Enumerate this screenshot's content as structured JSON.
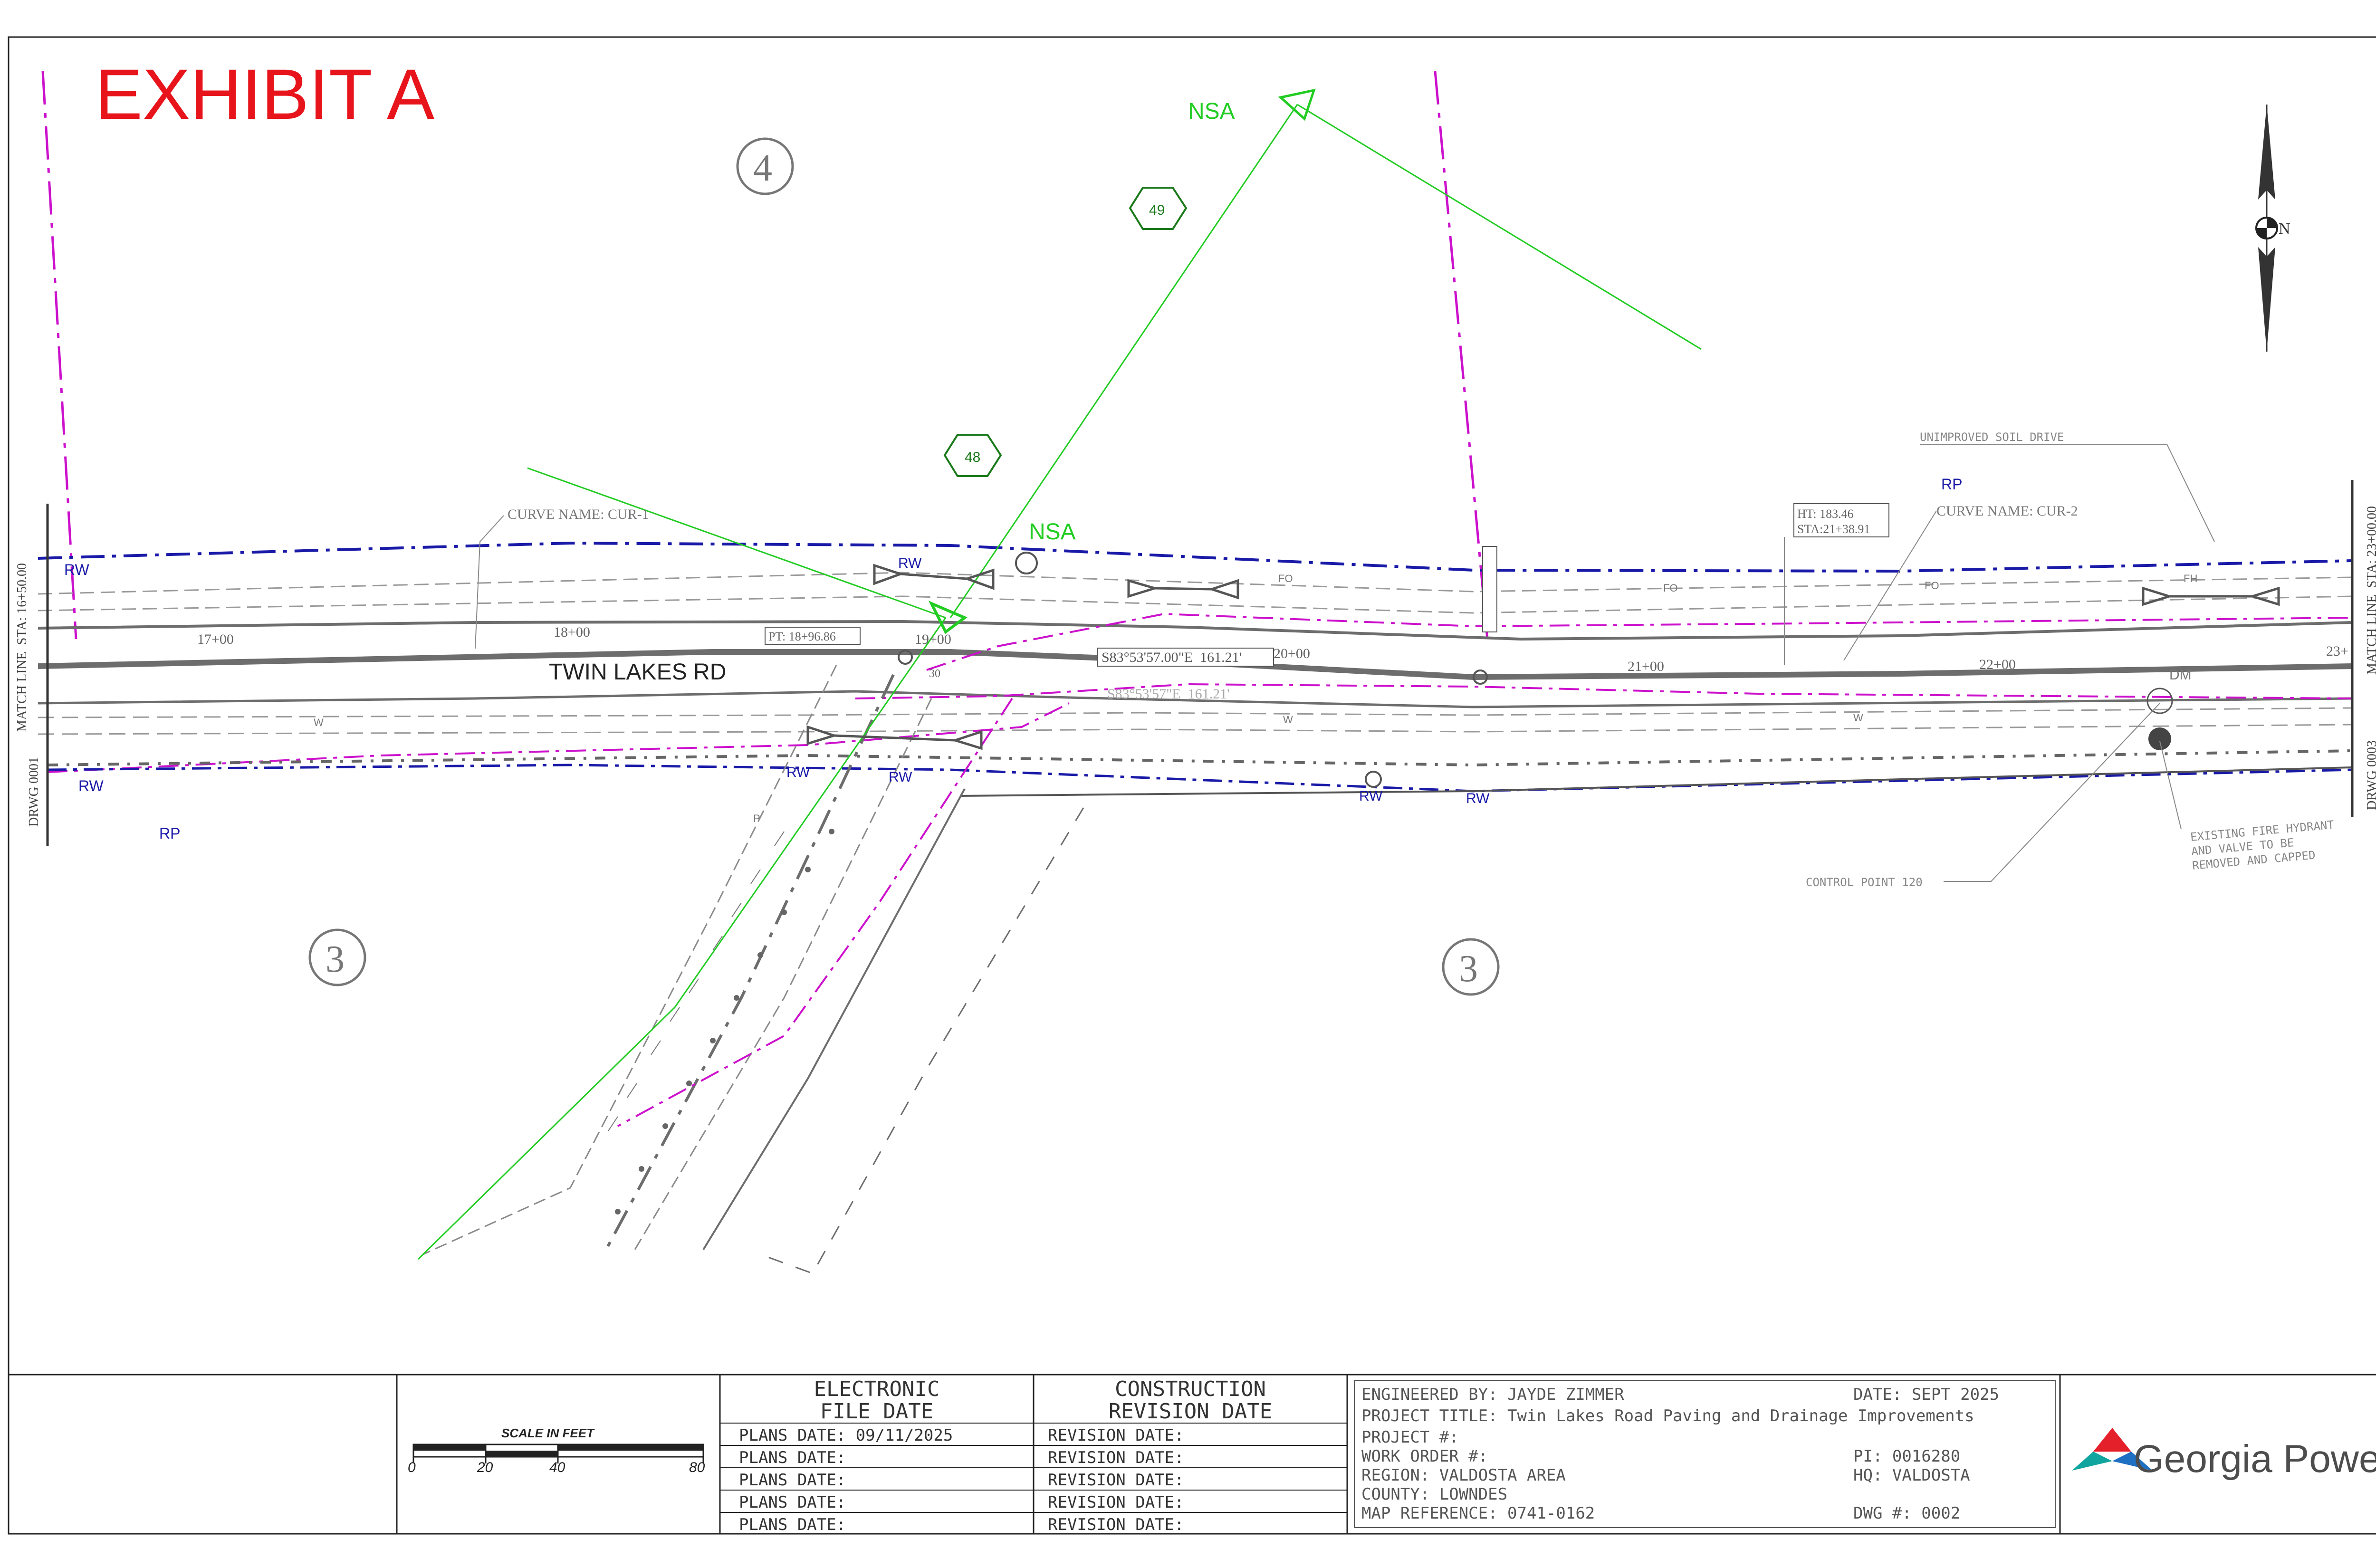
{
  "exhibit_title": "EXHIBIT A",
  "map": {
    "road_name": "TWIN LAKES RD",
    "labels": {
      "nsa_1": "NSA",
      "nsa_2": "NSA",
      "pole_48": "48",
      "pole_49": "49",
      "parcel_4": "4",
      "parcel_3a": "3",
      "parcel_3b": "3",
      "rw": "RW",
      "rp": "RP",
      "fo": "FO",
      "w": "W",
      "p": "P",
      "fh": "FH",
      "dm": "DM",
      "curve_1": "CURVE NAME: CUR-1",
      "curve_2": "CURVE NAME: CUR-2",
      "unimproved": "UNIMPROVED SOIL DRIVE",
      "ht": "HT: 183.46",
      "sta_ht": "STA:21+38.91",
      "pt": "PT: 18+96.86",
      "bearing_1": "S83°53'57.00\"E  161.21'",
      "bearing_2": "S83°53'57\"E  161.21'",
      "control_point": "CONTROL POINT 120",
      "hydrant_1": "EXISTING FIRE HYDRANT",
      "hydrant_2": "AND VALVE TO BE",
      "hydrant_3": "REMOVED AND CAPPED",
      "north": "N",
      "match_left": "MATCH LINE  STA: 16+50.00",
      "match_right": "MATCH LINE  STA: 23+00.00",
      "drwg_left": "DRWG 0001",
      "drwg_right": "DRWG 0003",
      "sta_17": "17+00",
      "sta_18": "18+00",
      "sta_19": "19+00",
      "sta_20": "20+00",
      "sta_21": "21+00",
      "sta_22": "22+00",
      "sta_23": "23+",
      "cross_30": "30"
    }
  },
  "scale": {
    "title": "SCALE IN FEET",
    "ticks": [
      "0",
      "20",
      "40",
      "80"
    ]
  },
  "electronic": {
    "header": [
      "ELECTRONIC",
      "FILE DATE"
    ],
    "rows": [
      "PLANS DATE: 09/11/2025",
      "PLANS DATE:",
      "PLANS DATE:",
      "PLANS DATE:",
      "PLANS DATE:"
    ]
  },
  "construction": {
    "header": [
      "CONSTRUCTION",
      "REVISION DATE"
    ],
    "rows": [
      "REVISION DATE:",
      "REVISION DATE:",
      "REVISION DATE:",
      "REVISION DATE:",
      "REVISION DATE:"
    ]
  },
  "project": {
    "engineered_by": "ENGINEERED BY: JAYDE ZIMMER",
    "date": "DATE: SEPT 2025",
    "project_title": "PROJECT TITLE: Twin Lakes Road Paving and Drainage Improvements",
    "project_no": "PROJECT #:",
    "work_order": "WORK ORDER #:",
    "pi": "PI: 0016280",
    "region": "REGION: VALDOSTA AREA",
    "hq": "HQ: VALDOSTA",
    "county": "COUNTY: LOWNDES",
    "map_reference": "MAP REFERENCE: 0741-0162",
    "dwg": "DWG #: 0002"
  },
  "logo": {
    "text": "Georgia Power"
  },
  "colors": {
    "exhibit_red": "#e8141b",
    "nsa_green": "#22cc22",
    "magenta": "#cc11cc",
    "row_blue": "#1a1aa8",
    "road_gray": "#6d6d6d",
    "logo_red": "#e4212b",
    "logo_teal": "#11a5a0",
    "logo_blue": "#1f6fc3"
  }
}
